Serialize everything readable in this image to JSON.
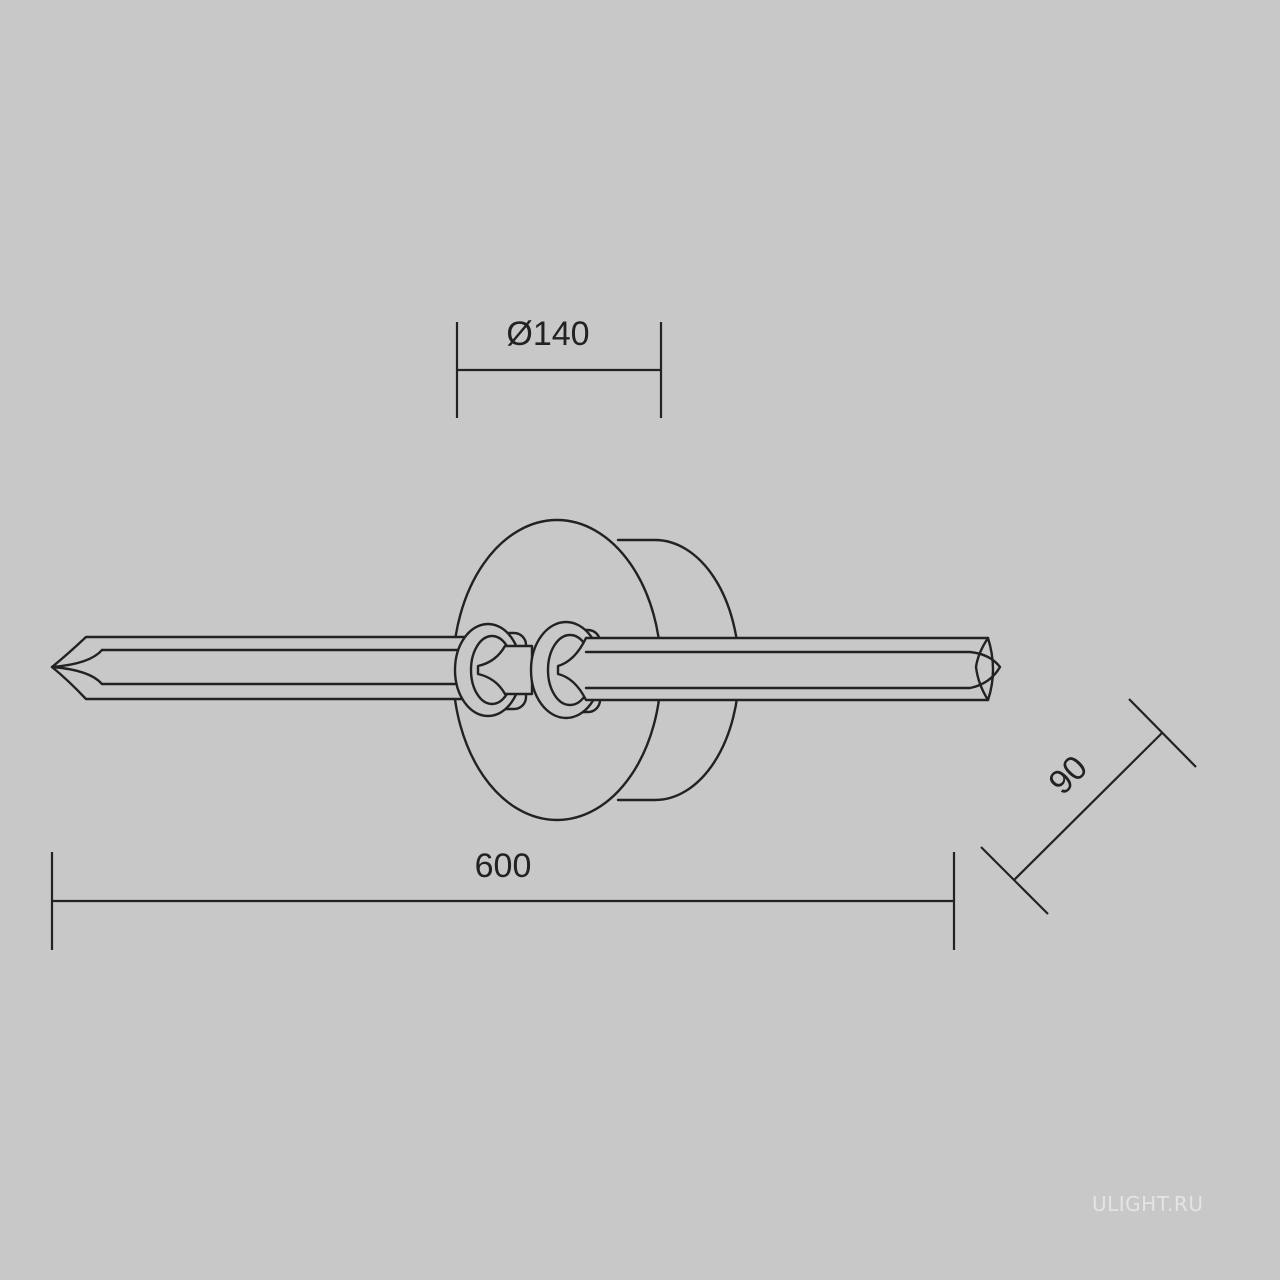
{
  "dimensions": {
    "diameter": "Ø140",
    "length": "600",
    "depth": "90"
  },
  "watermark": "ULIGHT.RU",
  "colors": {
    "background": "#c8c8c8",
    "line": "#222222",
    "watermark": "#e4e4e4"
  }
}
